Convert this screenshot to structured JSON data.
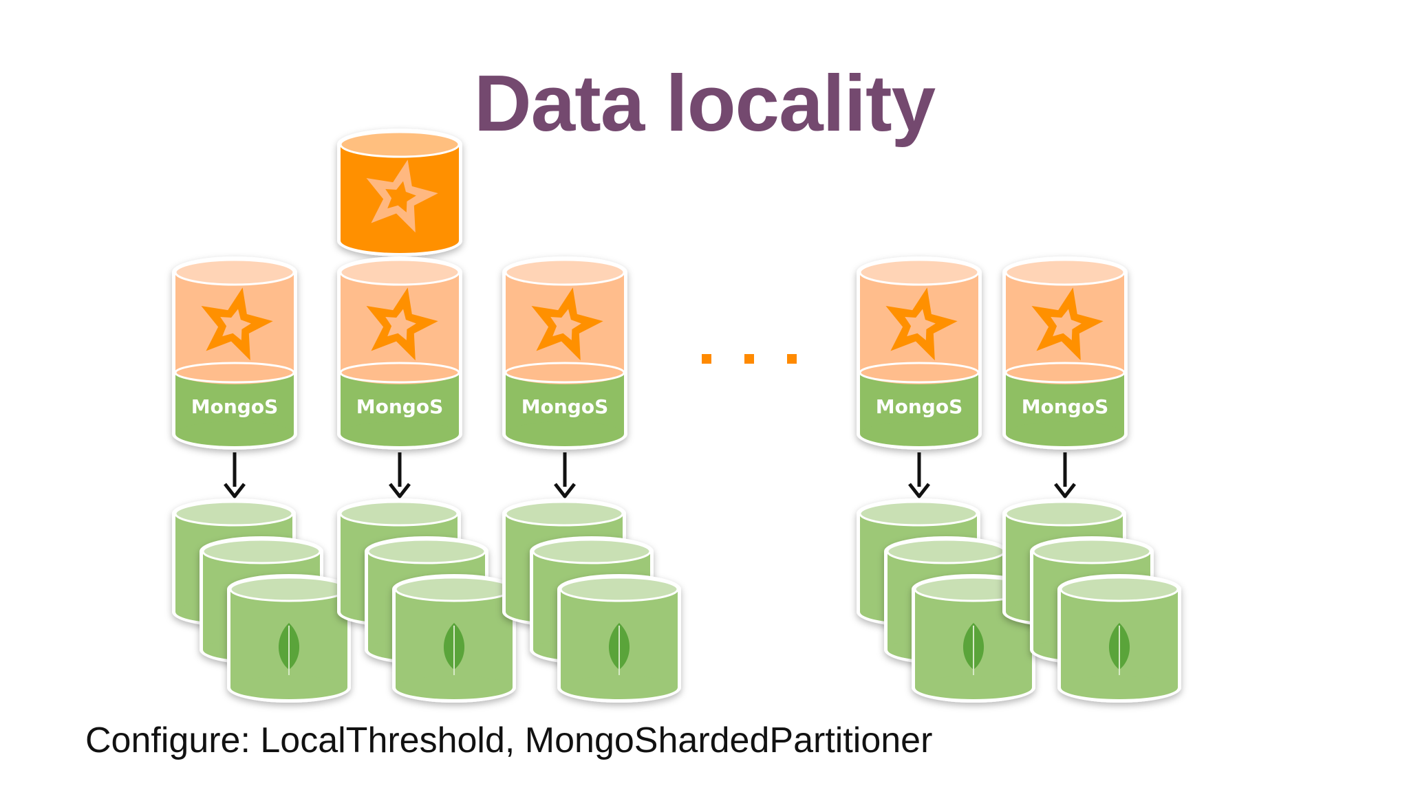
{
  "slide": {
    "title": "Data locality",
    "footer": "Configure: LocalThreshold, MongoShardedPartitioner"
  },
  "diagram": {
    "mongos_label": "MongoS",
    "columns": 5,
    "ellipsis": ". . .",
    "standalone_spark_master": true,
    "icons": {
      "spark_node": "spark-star-icon",
      "mongo_shard": "mongodb-leaf-icon",
      "connection": "down-arrow-icon"
    },
    "colors": {
      "title": "#74496f",
      "spark_light": "#ffbd8c",
      "spark_dark": "#ff9000",
      "mongos_green": "#8fbf63",
      "shard_green": "#9dc877",
      "leaf_green": "#5aa43a",
      "ellipsis": "#ff8a00"
    }
  }
}
